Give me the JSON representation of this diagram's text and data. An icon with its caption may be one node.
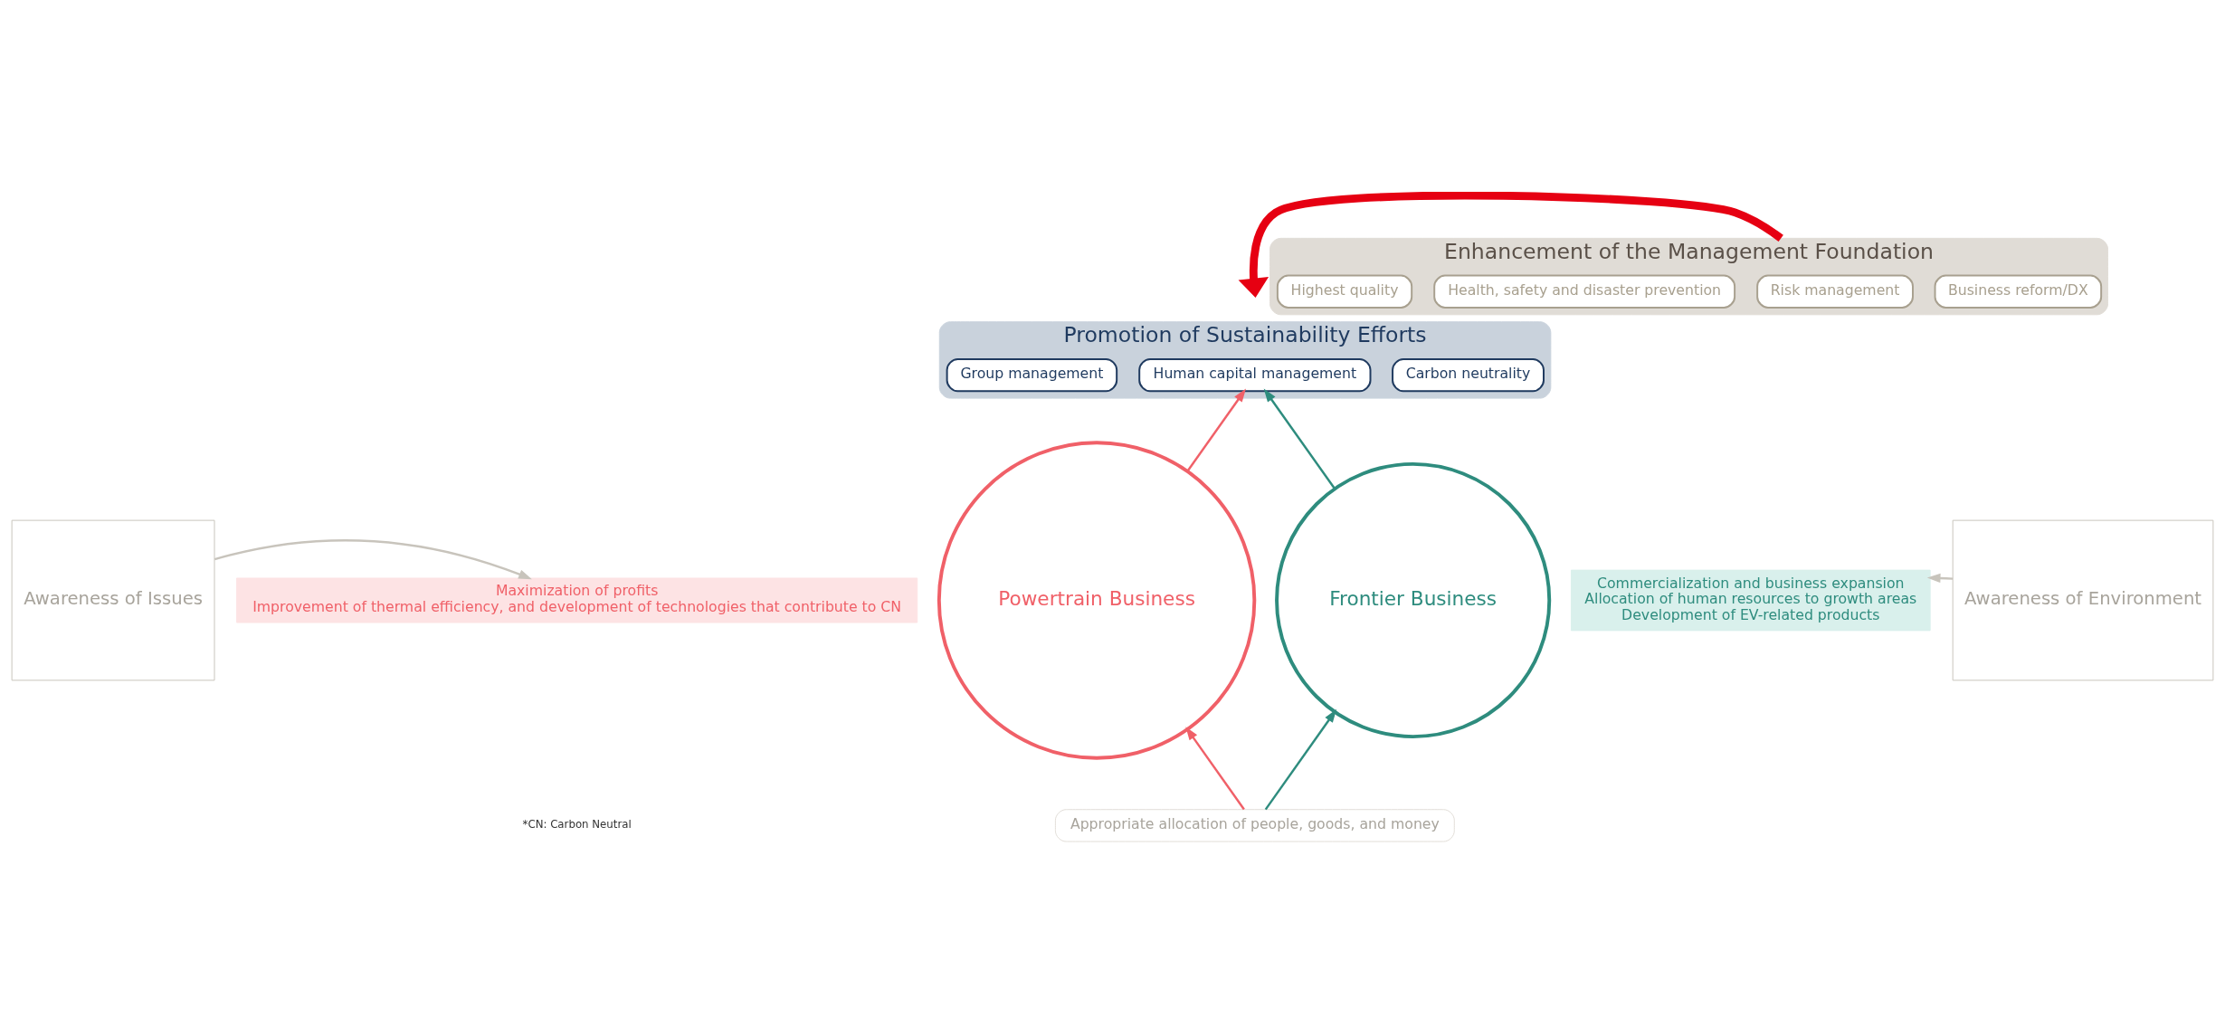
{
  "diagram": {
    "nodes": [
      {
        "text": [
          "Promotion of Sustainability Efforts"
        ]
      },
      {
        "text": [
          "Group management"
        ],
        "in": 0
      },
      {
        "text": [
          "Human capital management"
        ],
        "in": 0
      },
      {
        "text": [
          "Carbon neutrality"
        ],
        "in": 0
      },
      {
        "text": [
          "Awareness of Issues"
        ]
      },
      {
        "text": [
          "Maximization of profits",
          "Improvement of thermal efficiency, and development of technologies that contribute to CN"
        ]
      },
      {
        "text": [
          "Powertrain Business"
        ]
      },
      {
        "text": [
          "Frontier Business"
        ]
      },
      {
        "text": [
          "Commercialization and business expansion",
          "Allocation of human resources to growth areas",
          "Development of EV-related products"
        ]
      },
      {
        "text": [
          "Awareness of Environment"
        ]
      },
      {
        "text": [
          "Appropriate allocation of people, goods, and money"
        ]
      },
      {
        "text": [
          "Enhancement of the Management Foundation"
        ]
      },
      {
        "text": [
          "Highest quality"
        ],
        "in": 11
      },
      {
        "text": [
          "Health, safety and disaster prevention"
        ],
        "in": 11
      },
      {
        "text": [
          "Risk management"
        ],
        "in": 11
      },
      {
        "text": [
          "Business reform/DX"
        ],
        "in": 11
      }
    ],
    "edges": [
      {
        "from": 4,
        "to": 5,
        "arrow": "to",
        "color": "#c8c4bc"
      },
      {
        "from": 9,
        "to": 8,
        "arrow": "to",
        "color": "#c8c4bc"
      },
      {
        "from": 6,
        "to": 2,
        "arrow": "to",
        "color": "#f06068"
      },
      {
        "from": 7,
        "to": 2,
        "arrow": "to",
        "color": "#2e8c7e"
      },
      {
        "from": 10,
        "to": 6,
        "arrow": "to",
        "color": "#f06068"
      },
      {
        "from": 10,
        "to": 7,
        "arrow": "to",
        "color": "#2e8c7e"
      },
      {
        "from": 11,
        "to": null,
        "arrow": "to",
        "style": "thick",
        "color": "#e60012"
      }
    ],
    "labels": [
      "*CN: Carbon Neutral"
    ]
  }
}
